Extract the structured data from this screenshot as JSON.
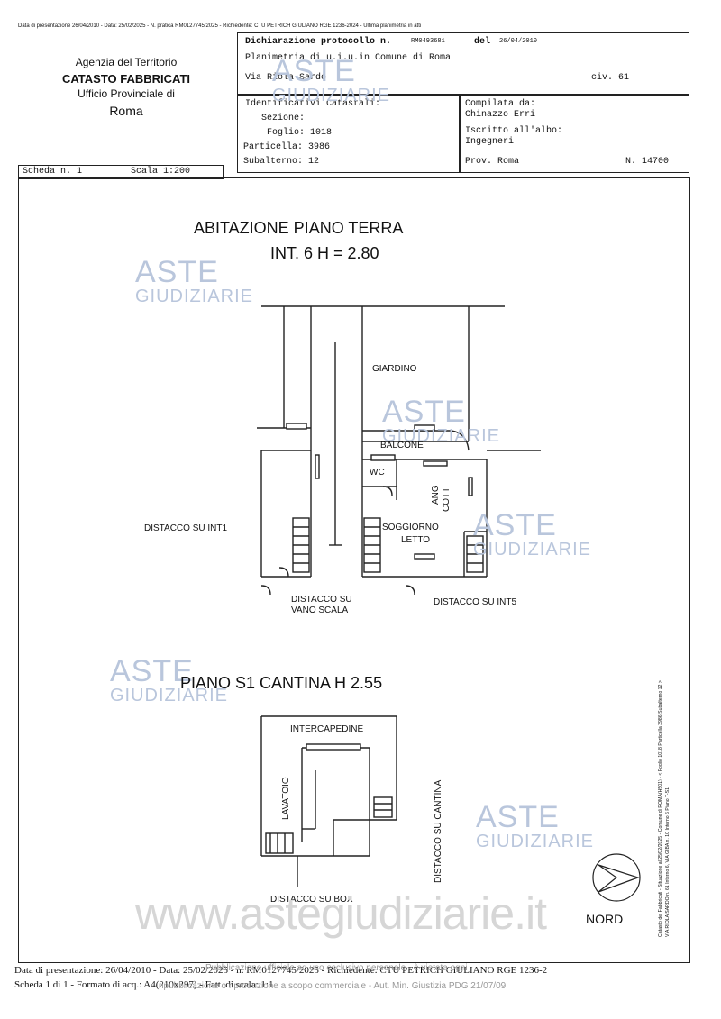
{
  "top_line": "Data di presentazione 26/04/2010 - Data: 25/02/2025 - N. pratica RM0127745/2025 - Richiedente: CTU PETRICH GIULIANO RGE 1236-2024 - Ultima planimetria in atti",
  "agency": {
    "line1": "Agenzia del Territorio",
    "line2": "CATASTO FABBRICATI",
    "line3": "Ufficio Provinciale di",
    "line4": "Roma"
  },
  "declaration": {
    "protocol_label": "Dichiarazione protocollo n.",
    "protocol_number": "RM0493681",
    "date_label": "del",
    "date": "26/04/2010",
    "plan_line": "Planimetria di u.i.u.in Comune di Roma",
    "street": "Via Riola Sardo",
    "civ": "civ. 61"
  },
  "cadastral": {
    "heading": "Identificativi Catastali:",
    "sezione": "Sezione:",
    "foglio": "Foglio: 1018",
    "particella": "Particella: 3986",
    "subalterno": "Subalterno: 12"
  },
  "compiler": {
    "label": "Compilata da:",
    "name": "Chinazzo Erri",
    "albo_label": "Iscritto all'albo:",
    "albo": "Ingegneri",
    "prov": "Prov. Roma",
    "number": "N. 14700"
  },
  "sheet": {
    "scheda": "Scheda n. 1",
    "scala": "Scala 1:200"
  },
  "plan": {
    "title1": "ABITAZIONE PIANO TERRA",
    "title2": "INT. 6 H = 2.80",
    "giardino": "GIARDINO",
    "balcone": "BALCONE",
    "wc": "WC",
    "ang": "ANG",
    "cott": "COTT",
    "soggiorno": "SOGGIORNO",
    "letto": "LETTO",
    "distacco_int1": "DISTACCO SU INT1",
    "distacco_su": "DISTACCO SU",
    "vano_scala": "VANO SCALA",
    "distacco_int5": "DISTACCO SU INT5",
    "title3": "PIANO S1 CANTINA H 2.55",
    "intercapedine": "INTERCAPEDINE",
    "lavatoio": "LAVATOIO",
    "distacco_cantina": "DISTACCO SU CANTINA",
    "distacco_box": "DISTACCO SU BOX",
    "nord": "NORD"
  },
  "side_text": {
    "line1": "Catasto dei Fabbricati - Situazione al 25/02/2025 - Comune di ROMA(H501) - < Foglio 1018 Particella 3986 Subalterno 12 >",
    "line2": "VIA RIOLA SARDO n. 61 Interno 6, VIA GIBA n. 10 Interno 6 Piano T-S1"
  },
  "watermark": {
    "aste": "ASTE",
    "giudiziarie": "GIUDIZIARIE",
    "url": "www.astegiudiziarie.it",
    "overlay1": "Pubblicazione ufficiale ad uso esclusivo personale - è vietata ogni",
    "overlay2": "ripubblicazione o riproduzione a scopo commerciale - Aut. Min. Giustizia PDG 21/07/09"
  },
  "footer": {
    "line1": "Data di presentazione: 26/04/2010 - Data: 25/02/2025 - n. RM0127745/2025 - Richiedente: CTU PETRICH GIULIANO RGE 1236-2",
    "line2": "Scheda 1 di 1 - Formato di acq.: A4(210x297) - Fatt. di scala: 1:1"
  }
}
